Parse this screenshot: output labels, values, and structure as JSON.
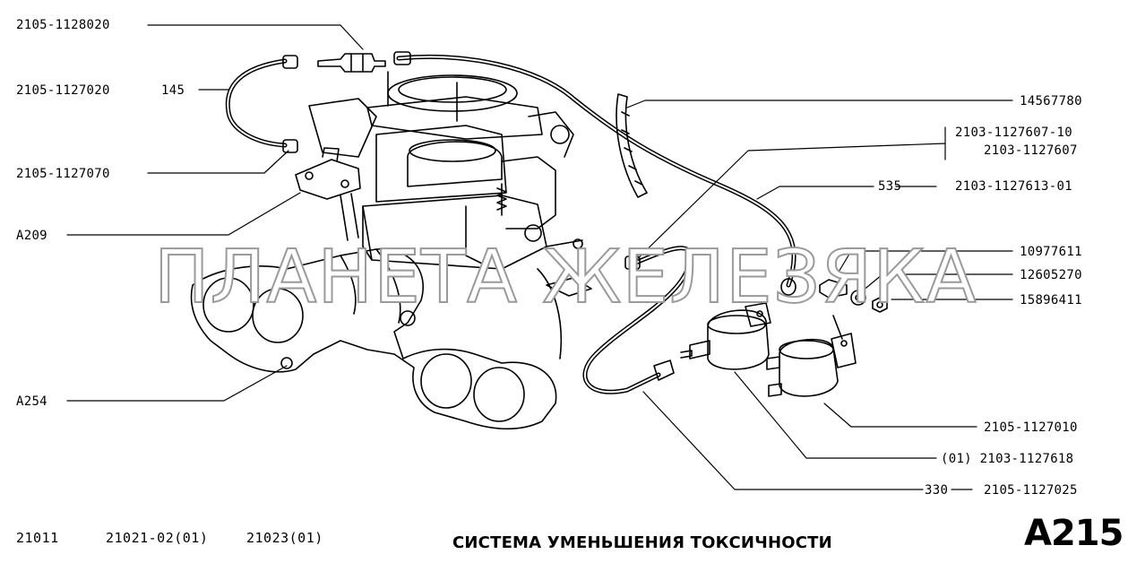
{
  "labels": {
    "p_2105_1128020": "2105-1128020",
    "p_2105_1127020": "2105-1127020",
    "p_145": "145",
    "p_2105_1127070": "2105-1127070",
    "p_a209": "A209",
    "p_a254": "A254",
    "p_14567780": "14567780",
    "p_2103_1127607_10": "2103-1127607-10",
    "p_2103_1127607": "2103-1127607",
    "p_535": "535",
    "p_2103_1127613_01": "2103-1127613-01",
    "p_10977611": "10977611",
    "p_12605270": "12605270",
    "p_15896411": "15896411",
    "p_2105_1127010": "2105-1127010",
    "p_01_2103_1127618": "(01) 2103-1127618",
    "p_330": "330",
    "p_2105_1127025": "2105-1127025"
  },
  "footer": {
    "model_1": "21011",
    "model_2": "21021-02(01)",
    "model_3": "21023(01)",
    "title": "СИСТЕМА УМЕНЬШЕНИЯ ТОКСИЧНОСТИ",
    "code": "A215"
  },
  "watermark": "ПЛАНЕТА ЖЕЛЕЗЯКА",
  "colors": {
    "ink": "#000000",
    "watermark_outline": "#9a9a9a",
    "background": "#ffffff"
  }
}
